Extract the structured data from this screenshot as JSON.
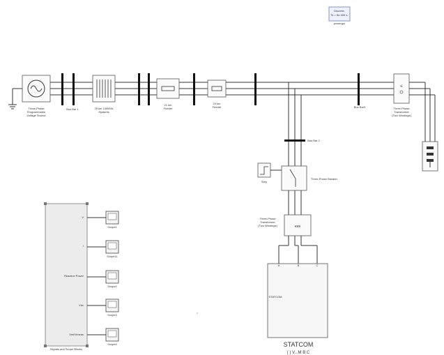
{
  "powergui": {
    "line1": "Discrete,",
    "line2": "Ts = 5e-005 s.",
    "label": "powergui"
  },
  "source": {
    "label_lines": [
      "Three-Phase",
      "Programmable",
      "Voltage Source"
    ]
  },
  "bus1": {
    "label": "Bus Bar 1"
  },
  "km_line1": {
    "label_lines": [
      "25 km 100MVA",
      "Systems"
    ]
  },
  "feeder1": {
    "label_lines": [
      "21 km",
      "Feeder"
    ]
  },
  "feeder2": {
    "label_lines": [
      "24 km",
      "Feeder"
    ]
  },
  "bus3": {
    "label": "Bus Bar3"
  },
  "transformer_main": {
    "label_lines": [
      "Three-Phase",
      "Transformer",
      "(Two Windings)"
    ]
  },
  "bus2": {
    "label": "Bus Bar 2"
  },
  "breaker": {
    "label": "Three-Phase Breaker"
  },
  "step": {
    "label": "Step"
  },
  "transformer_statcom": {
    "label_lines": [
      "Three-Phase",
      "Transformer",
      "(Two Windings)"
    ]
  },
  "statcom": {
    "inner_label": "STATCOM",
    "title": "STATCOM",
    "subtitle": "(  ) V...M B C"
  },
  "subsystem": {
    "label": "Signals and Scope Blocks",
    "ports": [
      "V",
      "I",
      "Reactive Power",
      "Vdc",
      "Vref/Vmeas"
    ]
  },
  "scopes": [
    "Scope1",
    "Scope11",
    "Scope2",
    "Scope3",
    "Scope4"
  ]
}
